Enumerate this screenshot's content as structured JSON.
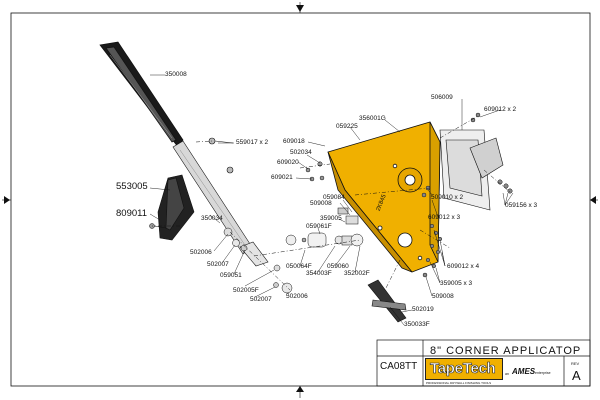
{
  "title_block": {
    "title": "8\" CORNER APPLICATOP",
    "drawing_number": "CA08TT",
    "rev_label": "REV",
    "rev_value": "A",
    "logo_text": "TapeTech",
    "logo_tagline": "PROFESSIONAL DRYWALL FINISHING TOOLS",
    "on_text": "an",
    "ames_text": "AMES",
    "enterprise_text": "enterprise",
    "logo_color": "#f0b000"
  },
  "colors": {
    "housing": "#f0b000",
    "line": "#111111"
  },
  "labels": {
    "p350008": "350008",
    "p559017": "559017  x 2",
    "p553005": "553005",
    "p809011": "809011",
    "p350034": "350034",
    "p502006a": "502006",
    "p502007a": "502007",
    "p059051": "059051",
    "p502005f": "502005F",
    "p502007b": "502007",
    "p502006b": "502006",
    "p609018": "609018",
    "p059225": "059225",
    "p356001g": "356001G",
    "p502034": "502034",
    "p609020": "609020",
    "p609021": "609021",
    "p509008a": "509008",
    "p059084": "059084",
    "p359005": "359005",
    "p059061f": "059061F",
    "p050064f": "050064F",
    "p354003f": "354003F",
    "p059060": "059060",
    "p352002f": "352002F",
    "p506009": "506009",
    "p609012a": "609012  x 2",
    "p059156": "059156  x 3",
    "p509010": "509010  x 2",
    "p609012b": "609012  x 3",
    "p609012c": "609012  x 4",
    "p359005b": "359005  x 3",
    "p509008b": "509008",
    "p502019": "502019",
    "p350033f": "350033F",
    "housing_mark": "2K845"
  }
}
